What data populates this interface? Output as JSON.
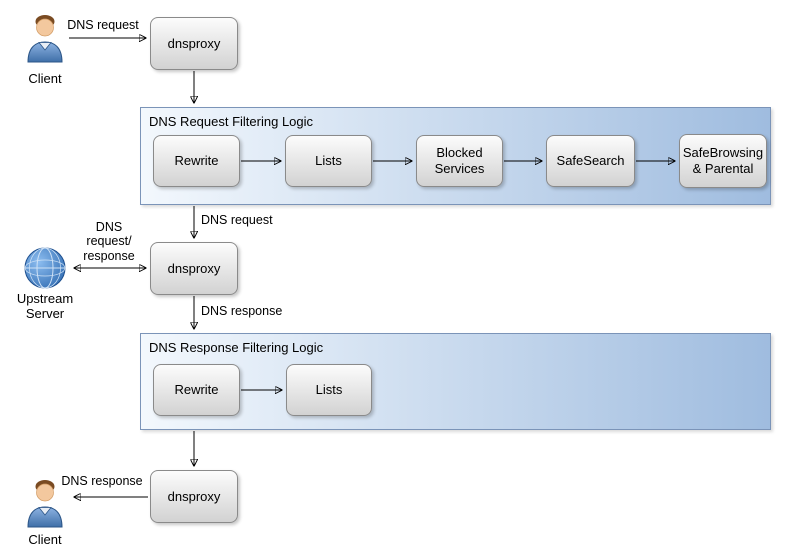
{
  "actors": {
    "client_top": "Client",
    "client_bottom": "Client",
    "upstream": "Upstream Server"
  },
  "proxies": {
    "top": "dnsproxy",
    "middle": "dnsproxy",
    "bottom": "dnsproxy"
  },
  "edge_labels": {
    "client_to_proxy": "DNS request",
    "filtered_to_proxy": "DNS request",
    "upstream_exchange": "DNS request/ response",
    "proxy_to_response_filter": "DNS response",
    "proxy_to_client": "DNS response"
  },
  "request_filtering": {
    "title": "DNS Request Filtering Logic",
    "steps": [
      "Rewrite",
      "Lists",
      "Blocked Services",
      "SafeSearch",
      "SafeBrowsing & Parental"
    ]
  },
  "response_filtering": {
    "title": "DNS Response Filtering Logic",
    "steps": [
      "Rewrite",
      "Lists"
    ]
  },
  "colors": {
    "arrow": "#000000",
    "node_border": "#8a8a8a",
    "node_fill_top": "#fcfcfc",
    "node_fill_bottom": "#d2d2d2",
    "container_border": "#7b94b8",
    "container_fill_left": "#f3f8fd",
    "container_fill_right": "#9fbcdf",
    "person_shirt": "#4f81bd",
    "globe_blue": "#2a66ad"
  }
}
